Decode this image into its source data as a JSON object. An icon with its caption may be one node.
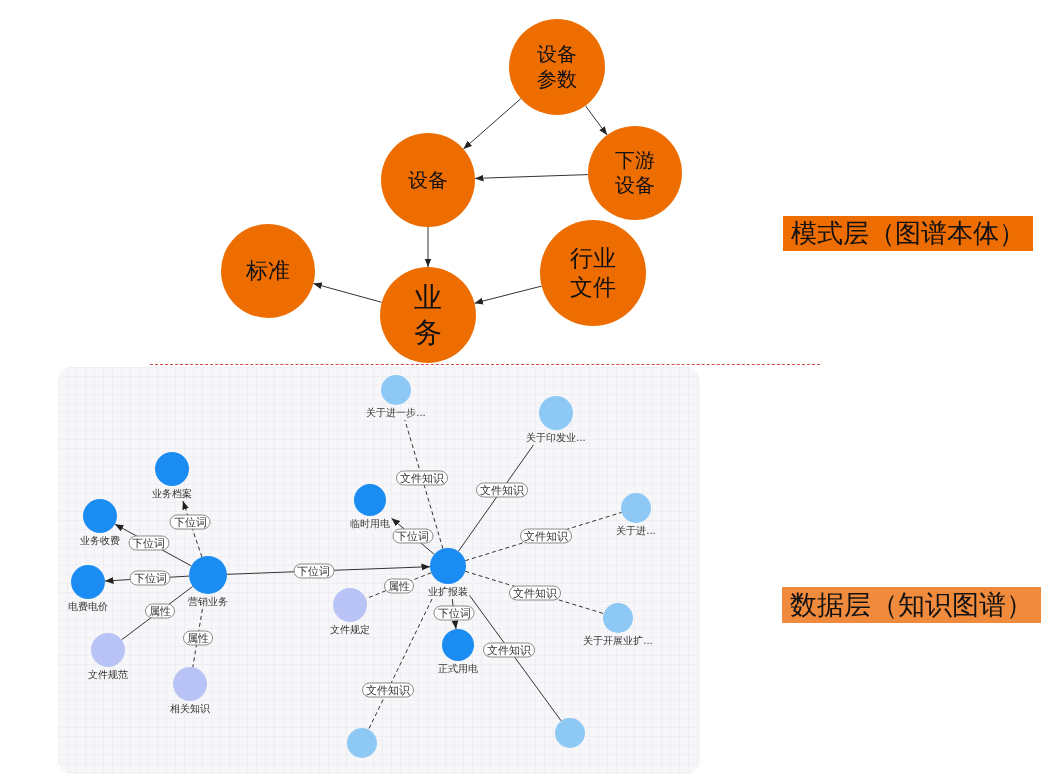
{
  "diagram": {
    "nodes": [
      {
        "text": [
          "设备参数"
        ]
      },
      {
        "text": [
          "设备"
        ]
      },
      {
        "text": [
          "下游设备"
        ]
      },
      {
        "text": [
          "标准"
        ]
      },
      {
        "text": [
          "业务"
        ]
      },
      {
        "text": [
          "行业文件"
        ]
      },
      {
        "text": [
          "模式层（图谱本体）"
        ]
      },
      {
        "text": [
          "数据层（知识图谱）"
        ]
      },
      {
        "text": [
          "营销业务"
        ]
      },
      {
        "text": [
          "业务档案"
        ]
      },
      {
        "text": [
          "业务收费"
        ]
      },
      {
        "text": [
          "电费电价"
        ]
      },
      {
        "text": [
          "文件规范"
        ]
      },
      {
        "text": [
          "相关知识"
        ]
      },
      {
        "text": [
          "业扩报装"
        ]
      },
      {
        "text": [
          "临时用电"
        ]
      },
      {
        "text": [
          "正式用电"
        ]
      },
      {
        "text": [
          "文件规定"
        ]
      },
      {
        "text": [
          "关于进一步..."
        ]
      },
      {
        "text": [
          "关于印发业..."
        ]
      },
      {
        "text": [
          "关于进..."
        ]
      },
      {
        "text": [
          "关于开展业扩..."
        ]
      },
      {
        "text": [],
        "shape": "circle"
      },
      {
        "text": [],
        "shape": "circle"
      }
    ],
    "edges": [
      {
        "from": 0,
        "to": 1,
        "arrow": "to"
      },
      {
        "from": 0,
        "to": 2,
        "arrow": "to"
      },
      {
        "from": 2,
        "to": 1,
        "arrow": "to"
      },
      {
        "from": 1,
        "to": 4,
        "arrow": "to"
      },
      {
        "from": 4,
        "to": 3,
        "arrow": "to"
      },
      {
        "from": 5,
        "to": 4,
        "arrow": "to"
      },
      {
        "from": 8,
        "to": 9,
        "arrow": "to",
        "label": "下位词",
        "style": "dashed"
      },
      {
        "from": 8,
        "to": 10,
        "arrow": "to",
        "label": "下位词"
      },
      {
        "from": 8,
        "to": 11,
        "arrow": "to",
        "label": "下位词"
      },
      {
        "from": 8,
        "to": 12,
        "arrow": "none",
        "label": "属性"
      },
      {
        "from": 8,
        "to": 13,
        "arrow": "none",
        "label": "属性",
        "style": "dashed"
      },
      {
        "from": 8,
        "to": 14,
        "arrow": "to",
        "label": "下位词"
      },
      {
        "from": 14,
        "to": 17,
        "arrow": "none",
        "label": "属性",
        "style": "dashed"
      },
      {
        "from": 14,
        "to": 15,
        "arrow": "to",
        "label": "下位词"
      },
      {
        "from": 14,
        "to": 16,
        "arrow": "to",
        "label": "下位词"
      },
      {
        "from": 14,
        "to": 18,
        "arrow": "none",
        "label": "文件知识",
        "style": "dashed"
      },
      {
        "from": 14,
        "to": 19,
        "arrow": "none",
        "label": "文件知识"
      },
      {
        "from": 14,
        "to": 20,
        "arrow": "none",
        "label": "文件知识",
        "style": "dashed"
      },
      {
        "from": 14,
        "to": 21,
        "arrow": "none",
        "label": "文件知识",
        "style": "dashed"
      },
      {
        "from": 14,
        "to": 22,
        "arrow": "none",
        "label": "文件知识",
        "style": "dashed"
      },
      {
        "from": 14,
        "to": 23,
        "arrow": "none",
        "label": "文件知识"
      }
    ]
  }
}
